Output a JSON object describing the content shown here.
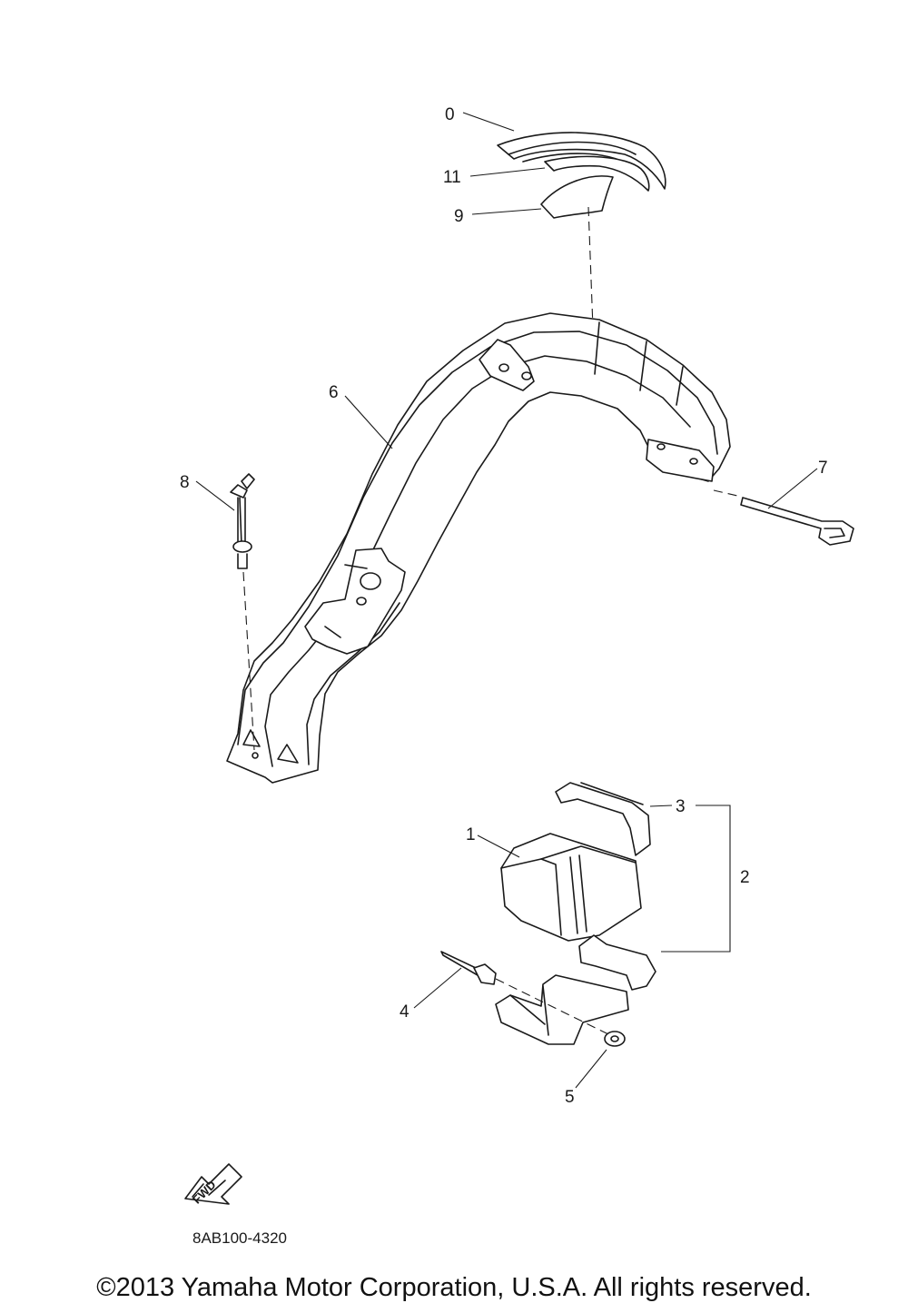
{
  "callouts": [
    {
      "id": "0",
      "label": "0"
    },
    {
      "id": "11",
      "label": "11"
    },
    {
      "id": "9",
      "label": "9"
    },
    {
      "id": "6",
      "label": "6"
    },
    {
      "id": "8",
      "label": "8"
    },
    {
      "id": "7",
      "label": "7"
    },
    {
      "id": "3",
      "label": "3"
    },
    {
      "id": "1",
      "label": "1"
    },
    {
      "id": "2",
      "label": "2"
    },
    {
      "id": "4",
      "label": "4"
    },
    {
      "id": "5",
      "label": "5"
    }
  ],
  "fwd_label": "FWD",
  "diagram_code": "8AB100-4320",
  "copyright": "©2013 Yamaha Motor Corporation, U.S.A. All rights reserved."
}
